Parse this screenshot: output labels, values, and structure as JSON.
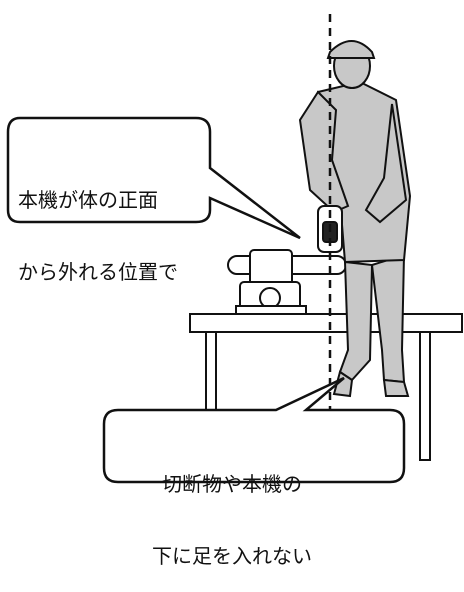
{
  "callouts": {
    "upper": {
      "line1": "本機が体の正面",
      "line2": "から外れる位置で"
    },
    "lower": {
      "line1": "切断物や本機の",
      "line2": "下に足を入れない"
    }
  },
  "colors": {
    "figure": "#c8c8c8",
    "line": "#111111",
    "background": "#ffffff"
  }
}
